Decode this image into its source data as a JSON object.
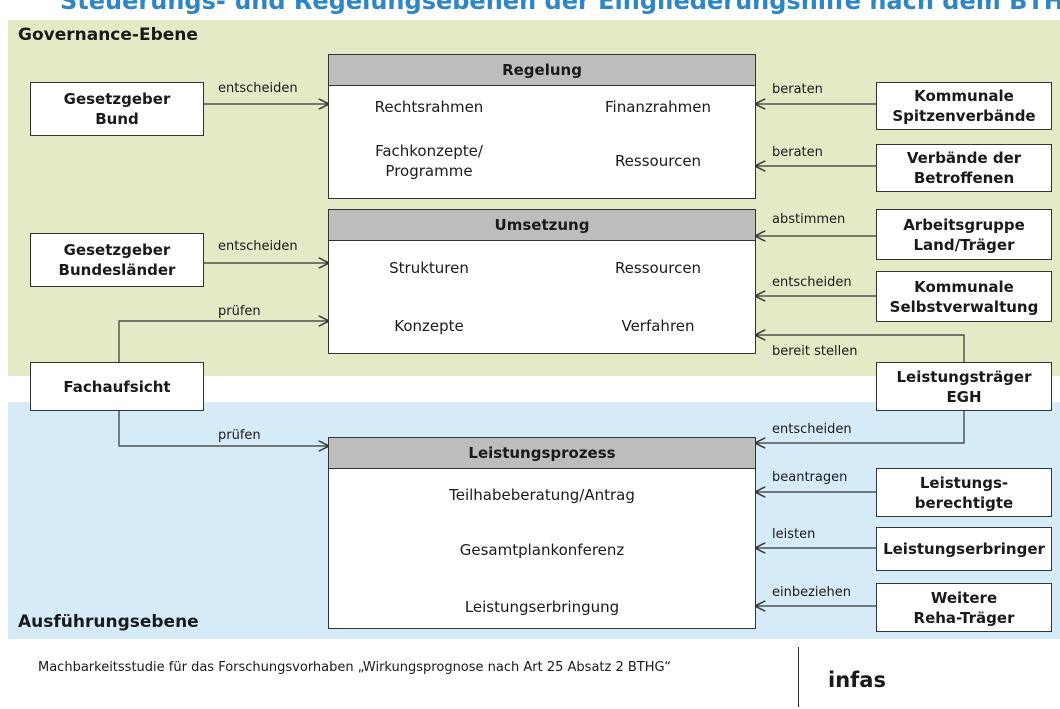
{
  "header_title": "Steuerungs- und Regelungsebenen der Eingliederungshilfe nach dem BTHG",
  "bands": {
    "governance": "Governance-Ebene",
    "execution": "Ausführungsebene"
  },
  "boxes": {
    "gesetzgeber_bund": "Gesetzgeber\nBund",
    "gesetzgeber_laender": "Gesetzgeber\nBundesländer",
    "fachaufsicht": "Fachaufsicht",
    "kommunale_spitzenverbaende": "Kommunale\nSpitzenverbände",
    "verbaende_betroffenen": "Verbände der\nBetroffenen",
    "arbeitsgruppe": "Arbeitsgruppe\nLand/Träger",
    "kommunale_selbstverwaltung": "Kommunale\nSelbstverwaltung",
    "leistungstraeger": "Leistungsträger\nEGH",
    "leistungsberechtigte": "Leistungs-\nberechtigte",
    "leistungserbringer": "Leistungserbringer",
    "weitere_reha": "Weitere\nReha-Träger"
  },
  "panels": {
    "regelung": {
      "title": "Regelung",
      "items": [
        "Rechtsrahmen",
        "Finanzrahmen",
        "Fachkonzepte/\nProgramme",
        "Ressourcen"
      ]
    },
    "umsetzung": {
      "title": "Umsetzung",
      "items": [
        "Strukturen",
        "Ressourcen",
        "Konzepte",
        "Verfahren"
      ]
    },
    "leistungsprozess": {
      "title": "Leistungsprozess",
      "steps": [
        "Teilhabeberatung/Antrag",
        "Gesamtplankonferenz",
        "Leistungserbringung"
      ]
    }
  },
  "edge_labels": {
    "bund_regelung": "entscheiden",
    "laender_umsetzung": "entscheiden",
    "fachaufsicht_umsetzung": "prüfen",
    "fachaufsicht_leistung": "prüfen",
    "spitzen_regelung": "beraten",
    "verbaende_regelung": "beraten",
    "arbeitsgruppe_umsetzung": "abstimmen",
    "selbstverwaltung_umsetzung": "entscheiden",
    "traeger_umsetzung": "bereit stellen",
    "traeger_leistung": "entscheiden",
    "berechtigte_leistung": "beantragen",
    "erbringer_leistung": "leisten",
    "reha_leistung": "einbeziehen"
  },
  "footer": {
    "text": "Machbarkeitsstudie für das Forschungsvorhaben „Wirkungsprognose nach Art 25 Absatz 2 BTHG“",
    "logo": "infas"
  }
}
